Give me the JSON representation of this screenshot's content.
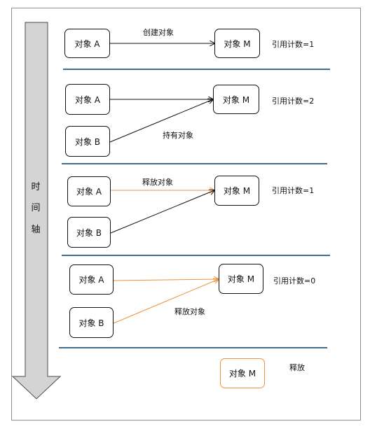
{
  "timeline": {
    "chars": [
      "时",
      "间",
      "轴"
    ]
  },
  "stage1": {
    "box_a": "对象 A",
    "box_m": "对象 M",
    "edge_label": "创建对象",
    "count": "引用计数=1"
  },
  "stage2": {
    "box_a": "对象 A",
    "box_b": "对象 B",
    "box_m": "对象 M",
    "edge_label": "持有对象",
    "count": "引用计数=2"
  },
  "stage3": {
    "box_a": "对象 A",
    "box_b": "对象 B",
    "box_m": "对象 M",
    "edge_label": "释放对象",
    "count": "引用计数=1"
  },
  "stage4": {
    "box_a": "对象 A",
    "box_b": "对象 B",
    "box_m": "对象 M",
    "edge_label": "释放对象",
    "count": "引用计数=0"
  },
  "stage5": {
    "box_m": "对象 M",
    "status": "释放"
  },
  "colors": {
    "line": "#111111",
    "released": "#f0913a",
    "divider": "#3f6c8f",
    "arrow_fill": "#d4d4d4"
  }
}
